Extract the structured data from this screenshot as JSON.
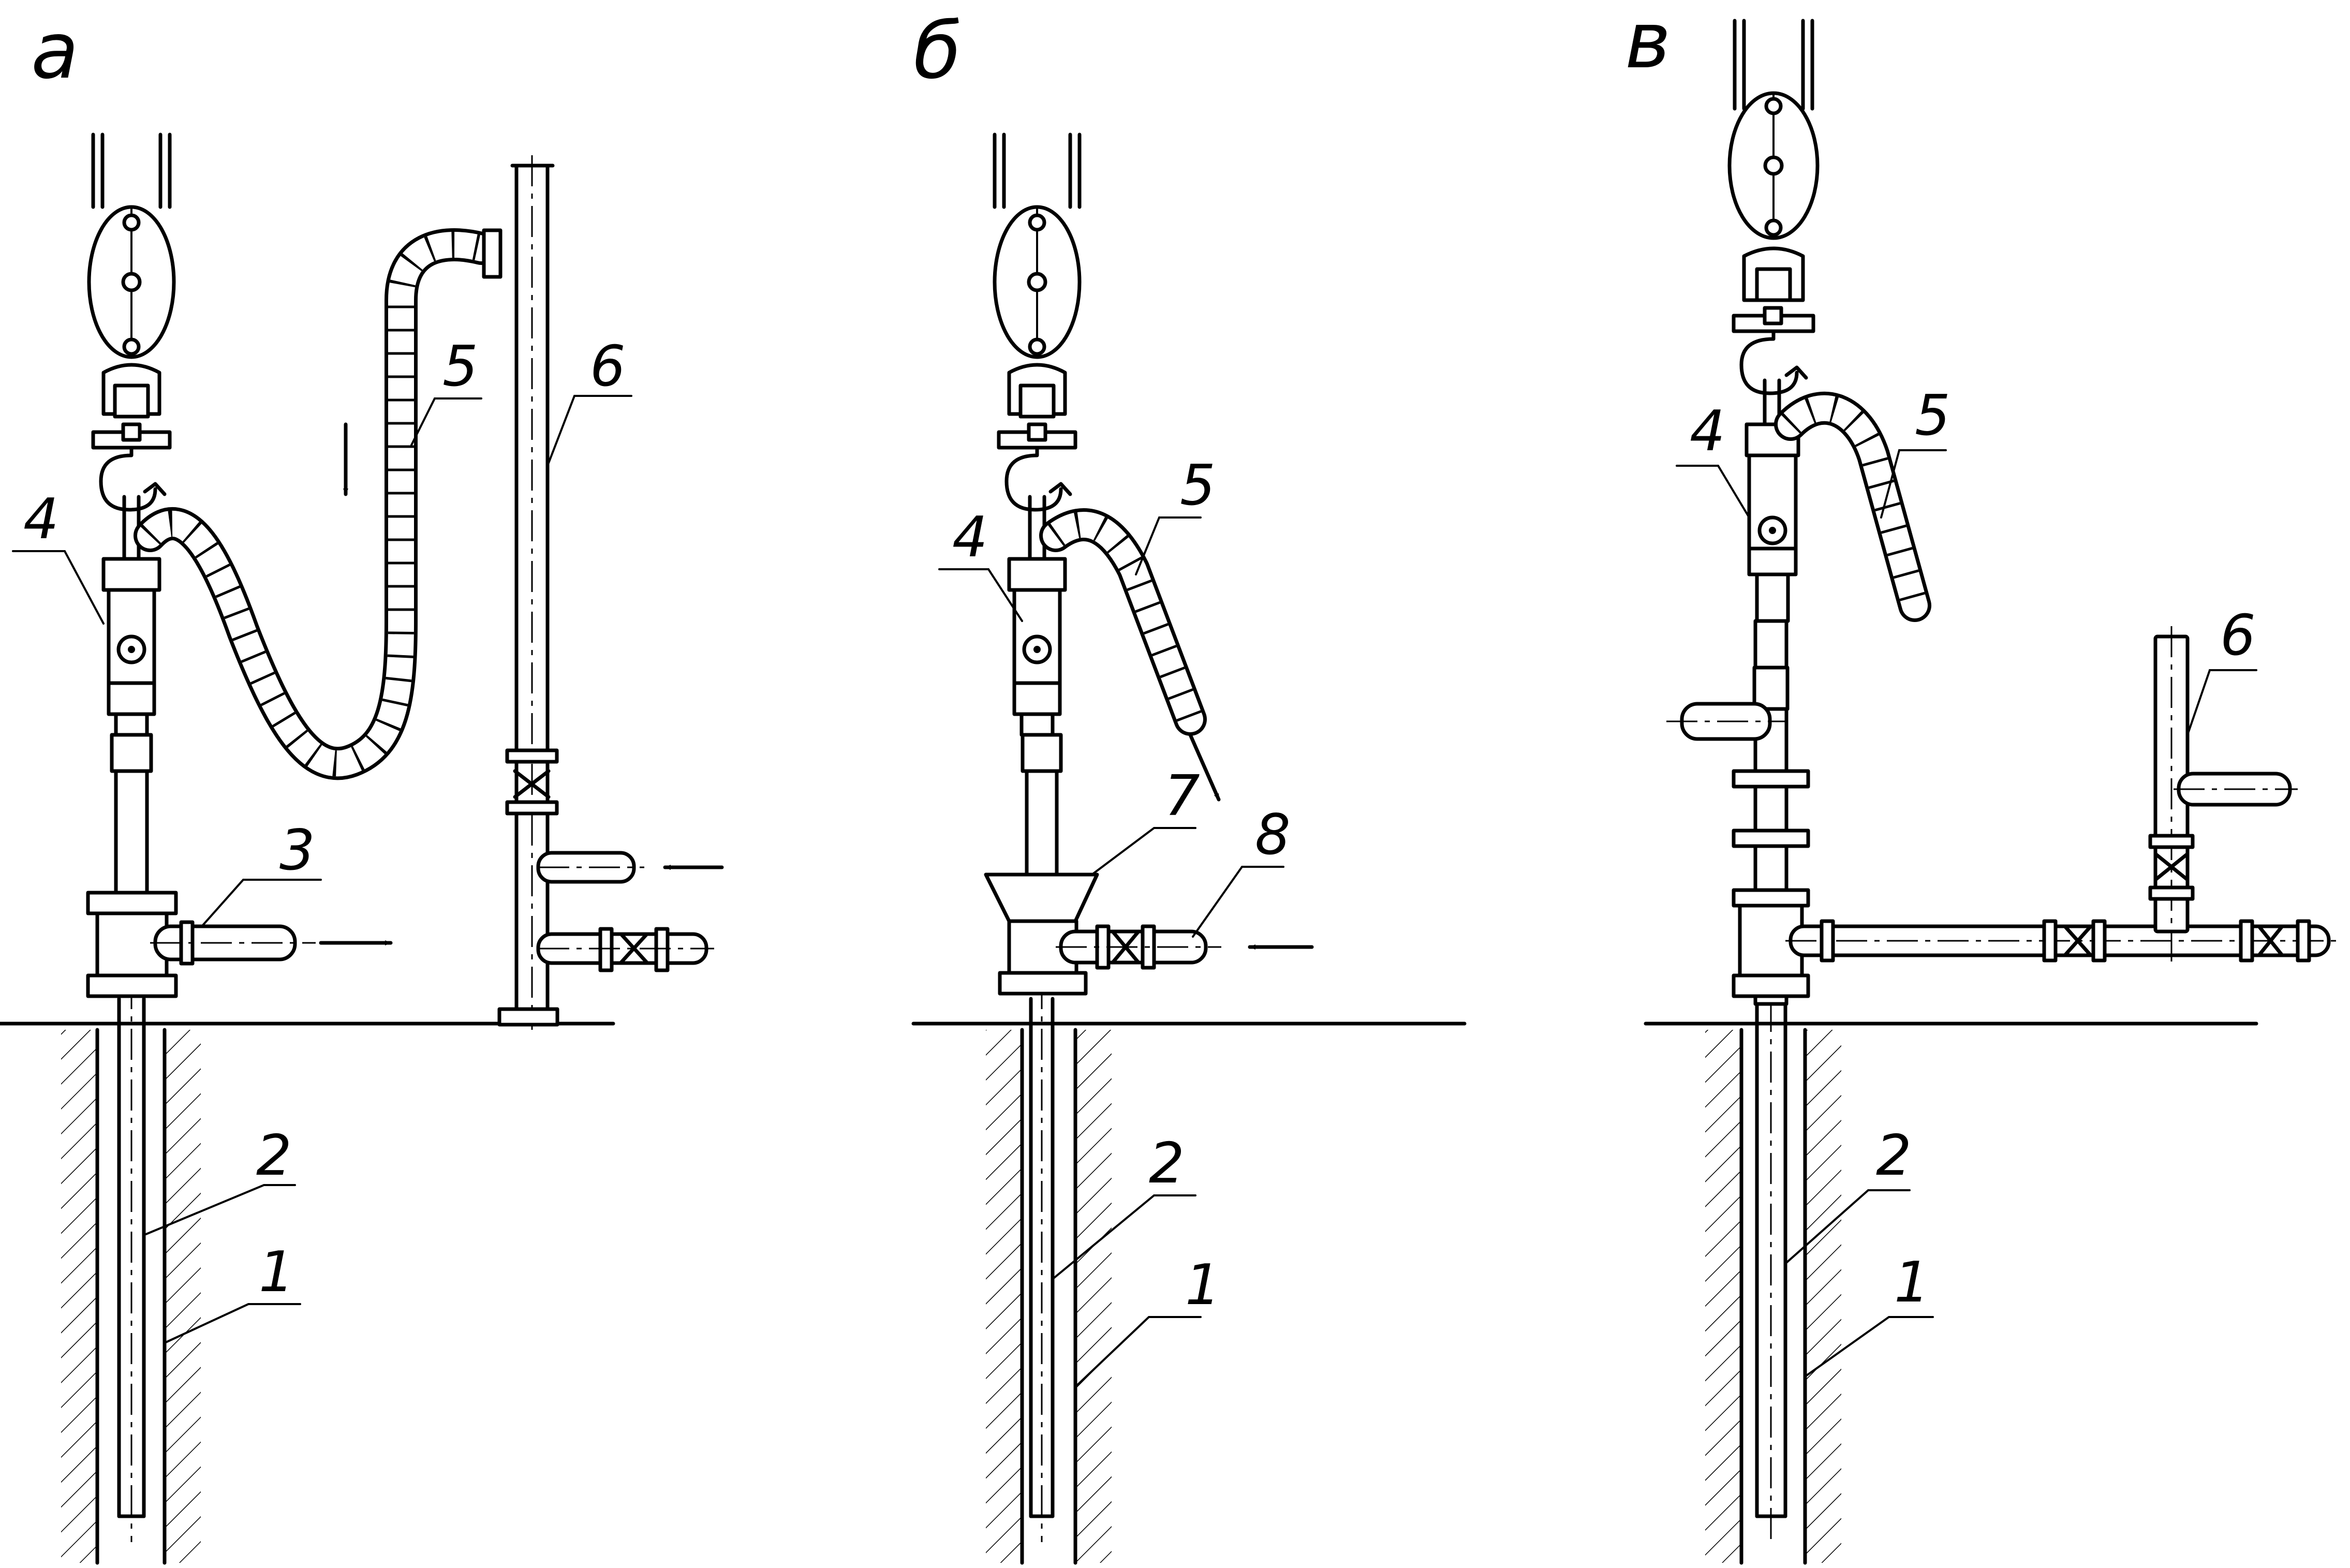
{
  "panels": [
    {
      "letter": "а"
    },
    {
      "letter": "б"
    },
    {
      "letter": "в"
    }
  ],
  "callouts": {
    "a": [
      "1",
      "2",
      "3",
      "4",
      "5",
      "6"
    ],
    "b": [
      "1",
      "2",
      "4",
      "5",
      "7",
      "8"
    ],
    "v": [
      "1",
      "2",
      "4",
      "5",
      "6"
    ]
  }
}
